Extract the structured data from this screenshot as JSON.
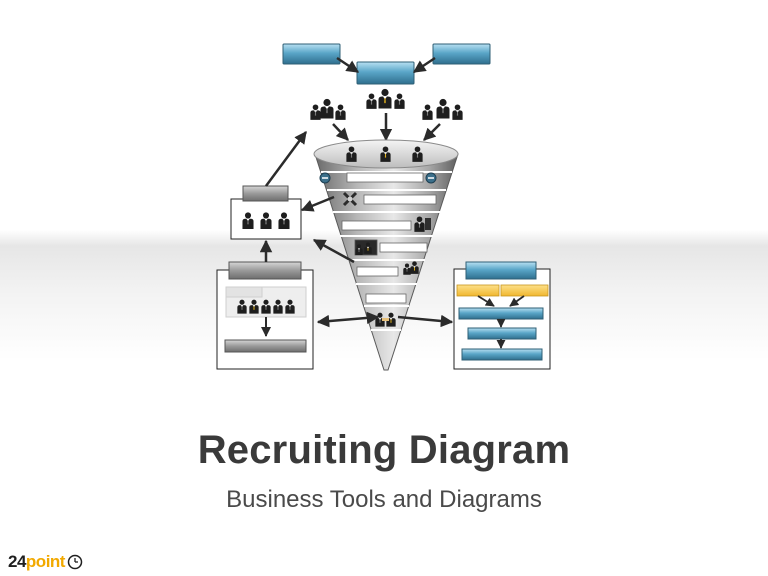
{
  "title": "Recruiting Diagram",
  "subtitle": "Business Tools and Diagrams",
  "logo": {
    "number": "24",
    "word": "point",
    "icon": "clock-icon"
  },
  "colors": {
    "blue_box": "#5aa6c8",
    "blue_box_dark": "#2f6f8e",
    "gray_box": "#8f8f8f",
    "yellow_box": "#f5c84c",
    "funnel_light": "#d9d9d9",
    "funnel_dark": "#7a7a7a",
    "text_dark": "#3a3a3a",
    "logo_yellow": "#f2a900"
  }
}
